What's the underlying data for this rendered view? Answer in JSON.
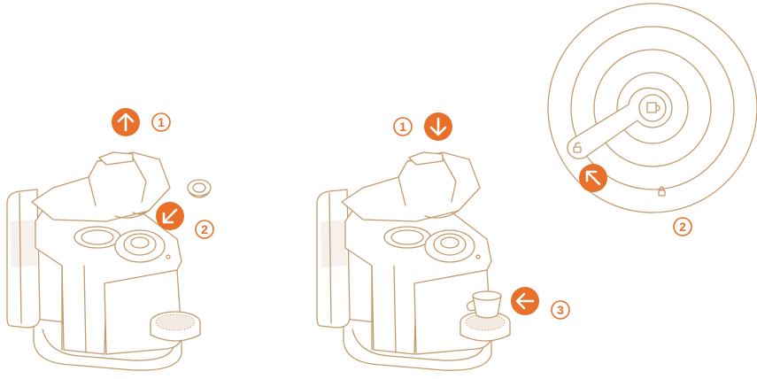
{
  "accent_color": "#e8702a",
  "line_color": "#c49a6c",
  "step1_left": {
    "number": "1",
    "icon": "arrow-up-icon"
  },
  "step2_left": {
    "number": "2",
    "icon": "arrow-down-left-icon"
  },
  "step1_mid": {
    "number": "1",
    "icon": "arrow-down-icon"
  },
  "step3_mid": {
    "number": "3",
    "icon": "arrow-left-icon"
  },
  "step2_dial": {
    "number": "2",
    "icon": "arrow-up-left-icon"
  }
}
